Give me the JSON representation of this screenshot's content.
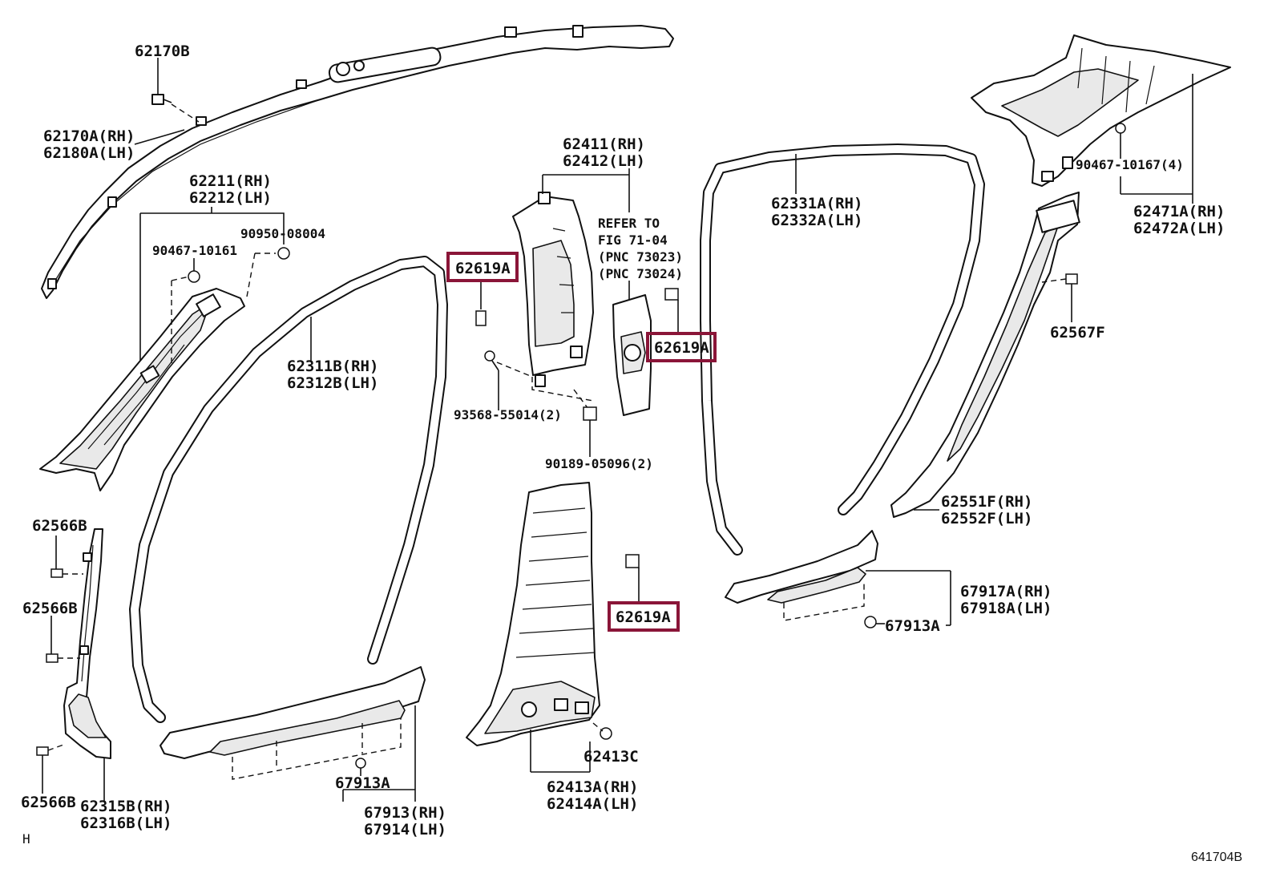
{
  "callouts": {
    "c62170b": "62170B",
    "c62170a": "62170A(RH)",
    "c62180a": "62180A(LH)",
    "c62211": "62211(RH)",
    "c62212": "62212(LH)",
    "c90467_10161": "90467-10161",
    "c90950": "90950-08004",
    "c62311b": "62311B(RH)",
    "c62312b": "62312B(LH)",
    "c62619a_1": "62619A",
    "c62411": "62411(RH)",
    "c62412": "62412(LH)",
    "refer_1": "REFER TO",
    "refer_2": "FIG 71-04",
    "refer_3": "(PNC 73023)",
    "refer_4": "(PNC 73024)",
    "c62619a_2": "62619A",
    "c93568": "93568-55014(2)",
    "c90189": "90189-05096(2)",
    "c62331a": "62331A(RH)",
    "c62332a": "62332A(LH)",
    "c90467_10167": "90467-10167(4)",
    "c62471a": "62471A(RH)",
    "c62472a": "62472A(LH)",
    "c62567f": "62567F",
    "c62551f": "62551F(RH)",
    "c62552f": "62552F(LH)",
    "c62566b_1": "62566B",
    "c62566b_2": "62566B",
    "c62566b_3": "62566B",
    "c62315b": "62315B(RH)",
    "c62316b": "62316B(LH)",
    "c67913a_1": "67913A",
    "c67913": "67913(RH)",
    "c67914": "67914(LH)",
    "c62619a_3": "62619A",
    "c62413c": "62413C",
    "c62413a": "62413A(RH)",
    "c62414a": "62414A(LH)",
    "c67917a": "67917A(RH)",
    "c67918a": "67918A(LH)",
    "c67913a_2": "67913A",
    "corner_h": "H",
    "figure_id": "641704B"
  },
  "highlight_color": "#8a1538"
}
